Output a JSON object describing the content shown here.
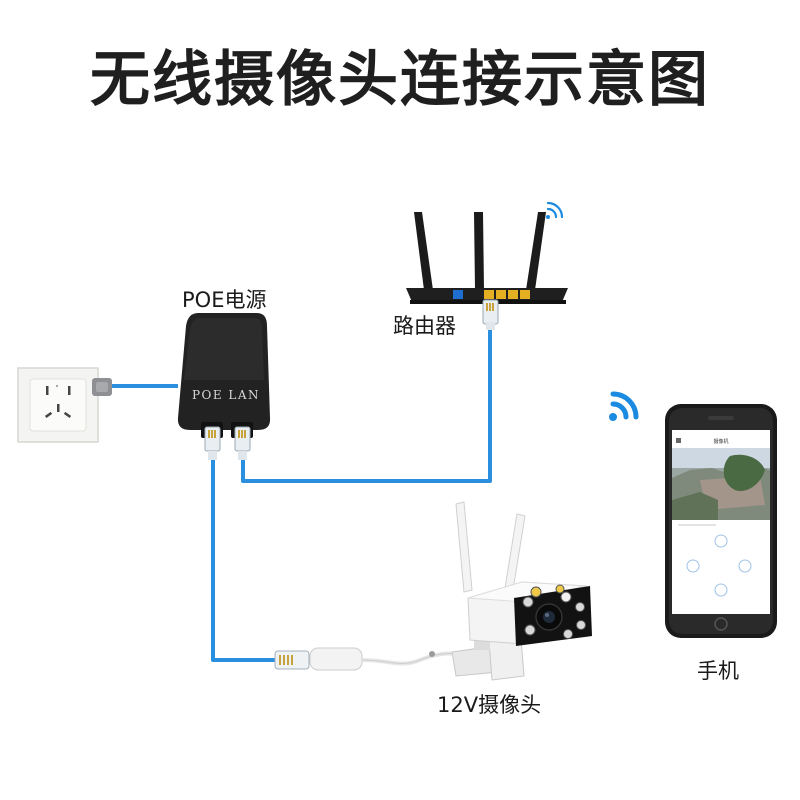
{
  "title": "无线摄像头连接示意图",
  "labels": {
    "poe_power": "POE电源",
    "router": "路由器",
    "camera": "12V摄像头",
    "phone": "手机"
  },
  "device_text": {
    "poe_port_marking": "POE LAN"
  },
  "colors": {
    "cable": "#2b8fe0",
    "device_dark": "#1f1f1f",
    "wifi": "#1a8be0",
    "camera_body": "#f2f2f2"
  },
  "icons": [
    "wall-socket-icon",
    "wifi-icon",
    "rj45-connector-icon",
    "antenna-icon"
  ]
}
